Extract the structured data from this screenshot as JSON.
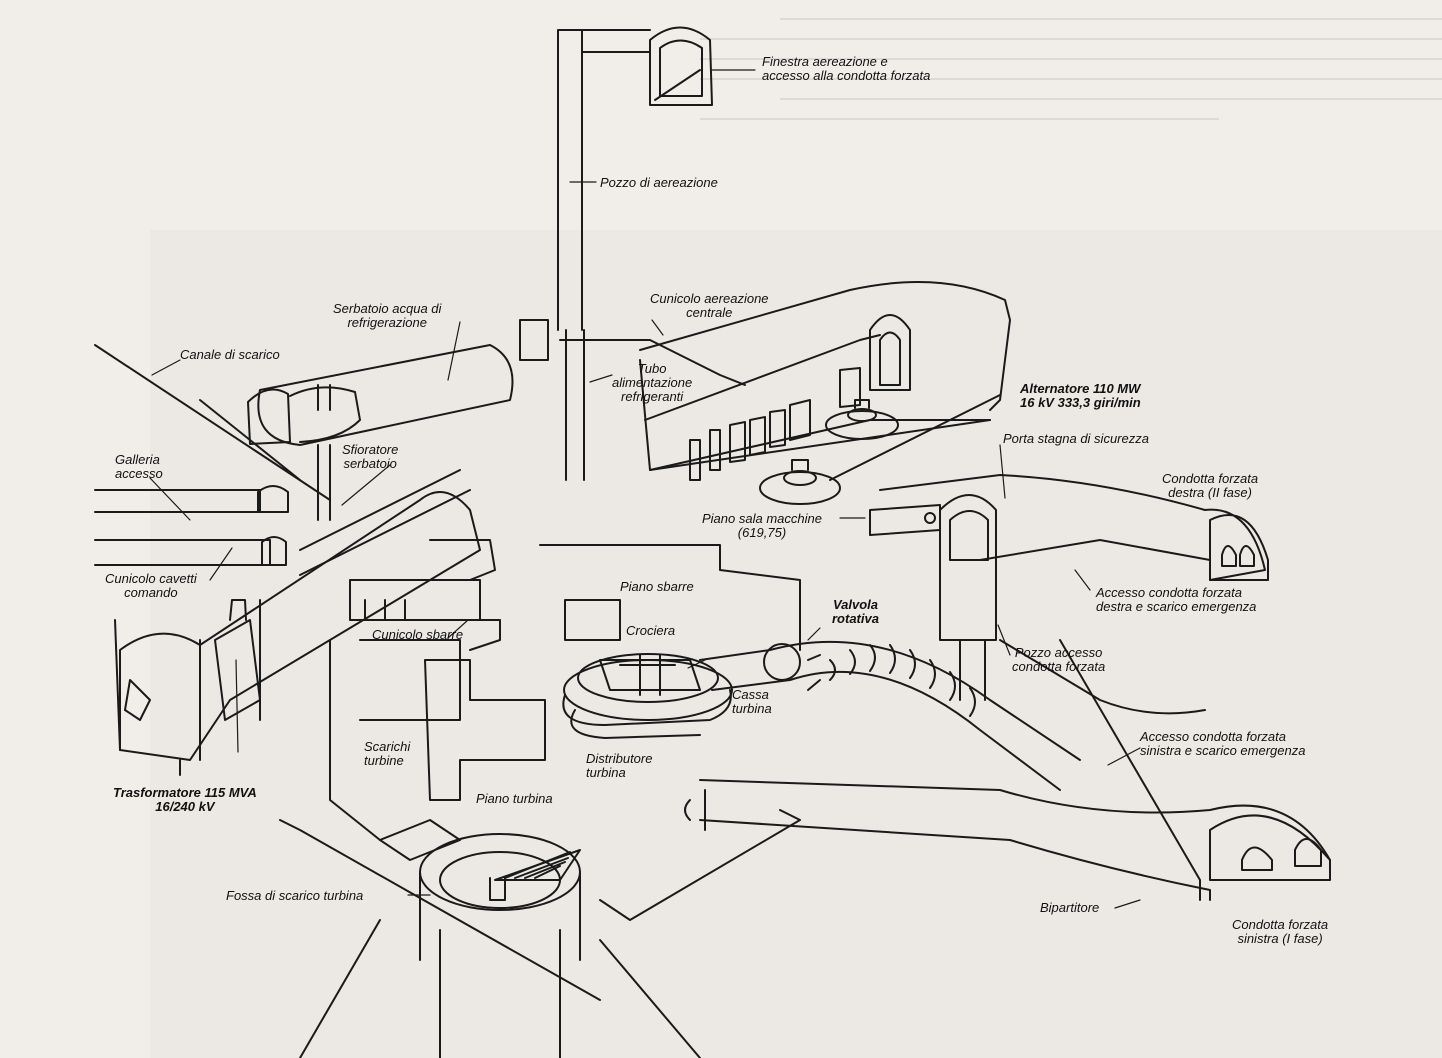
{
  "labels": {
    "finestra": "Finestra aereazione e\naccesso alla condotta forzata",
    "pozzo_aereazione": "Pozzo di aereazione",
    "cunicolo_aereazione": "Cunicolo aereazione\ncentrale",
    "serbatoio": "Serbatoio acqua di\nrefrigerazione",
    "canale_scarico": "Canale di scarico",
    "tubo_alimentazione": "Tubo\nalimentazione\nrefrigeranti",
    "alternatore": "Alternatore 110 MW\n16 kV 333,3 giri/min",
    "porta_stagna": "Porta stagna di sicurezza",
    "galleria_accesso": "Galleria\naccesso",
    "sfioratore": "Sfioratore\nserbatoio",
    "condotta_destra": "Condotta forzata\ndestra (II fase)",
    "piano_sala": "Piano sala macchine\n(619,75)",
    "cunicolo_cavetti": "Cunicolo cavetti\ncomando",
    "piano_sbarre": "Piano sbarre",
    "accesso_destra": "Accesso condotta forzata\ndestra e scarico emergenza",
    "cunicolo_sbarre": "Cunicolo sbarre",
    "valvola": "Valvola\nrotativa",
    "crociera": "Crociera",
    "pozzo_accesso": "Pozzo accesso\ncondotta forzata",
    "cassa_turbina": "Cassa\nturbina",
    "scarichi_turbine": "Scarichi\nturbine",
    "accesso_sinistra": "Accesso condotta forzata\nsinistra e scarico emergenza",
    "distributore": "Distributore\nturbina",
    "trasformatore": "Trasformatore 115 MVA\n16/240 kV",
    "piano_turbina": "Piano turbina",
    "fossa": "Fossa di scarico turbina",
    "bipartitore": "Bipartitore",
    "condotta_sinistra": "Condotta forzata\nsinistra (I fase)"
  },
  "colors": {
    "paper": "#f1eeea",
    "line": "#1a1a1a"
  }
}
